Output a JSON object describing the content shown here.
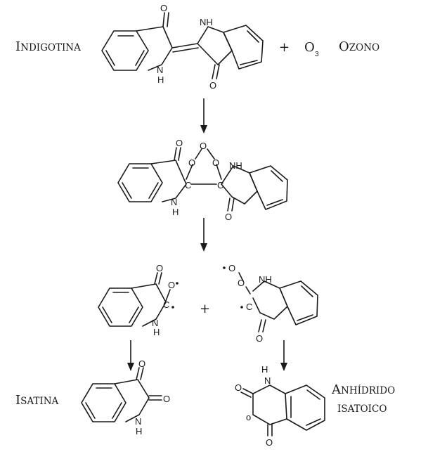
{
  "reactions": {
    "reactant_1": {
      "name_initial": "I",
      "name_rest": "NDIGOTINA"
    },
    "plus_1": "+",
    "reactant_2": {
      "formula_element": "O",
      "formula_subscript": "3"
    },
    "reactant_2_name": {
      "name_initial": "O",
      "name_rest": "ZONO"
    },
    "plus_2": "+",
    "product_1": {
      "name_initial": "I",
      "name_rest": "SATINA"
    },
    "product_2": {
      "line1_initial": "A",
      "line1_rest": "NHÍDRIDO",
      "line2": "ISATOICO"
    }
  },
  "atom_labels": {
    "o": "O",
    "nh": "NH",
    "n": "N",
    "h": "H",
    "c": "C",
    "o_lower": "o",
    "radical": "•"
  }
}
